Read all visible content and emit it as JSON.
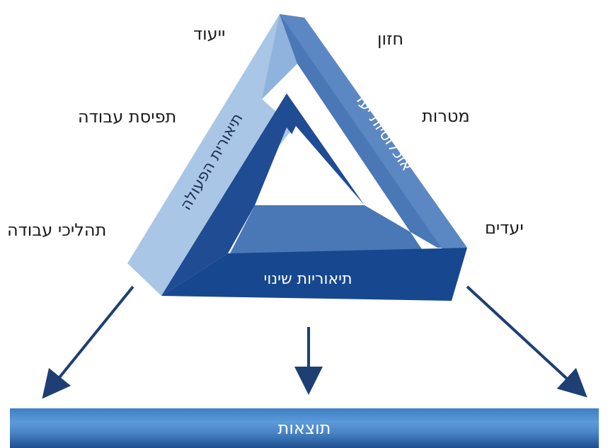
{
  "left_labels": {
    "top": "ייעוד",
    "middle": "תפיסת עבודה",
    "bottom": "תהליכי עבודה"
  },
  "right_labels": {
    "top": "חזון",
    "middle": "מטרות",
    "bottom": "יעדים"
  },
  "triangle": {
    "left_band": "תיאורית הפעולה",
    "right_band": "אוכלוסיות יעד",
    "bottom_band": "תיאוריות שינוי"
  },
  "results": {
    "label": "תוצאות"
  },
  "colors": {
    "light_band": "#a9c6e6",
    "medium_band": "#4a77b5",
    "dark_band": "#17478f",
    "arrow": "#1e3f73",
    "results_bar": "#4a86c8"
  }
}
